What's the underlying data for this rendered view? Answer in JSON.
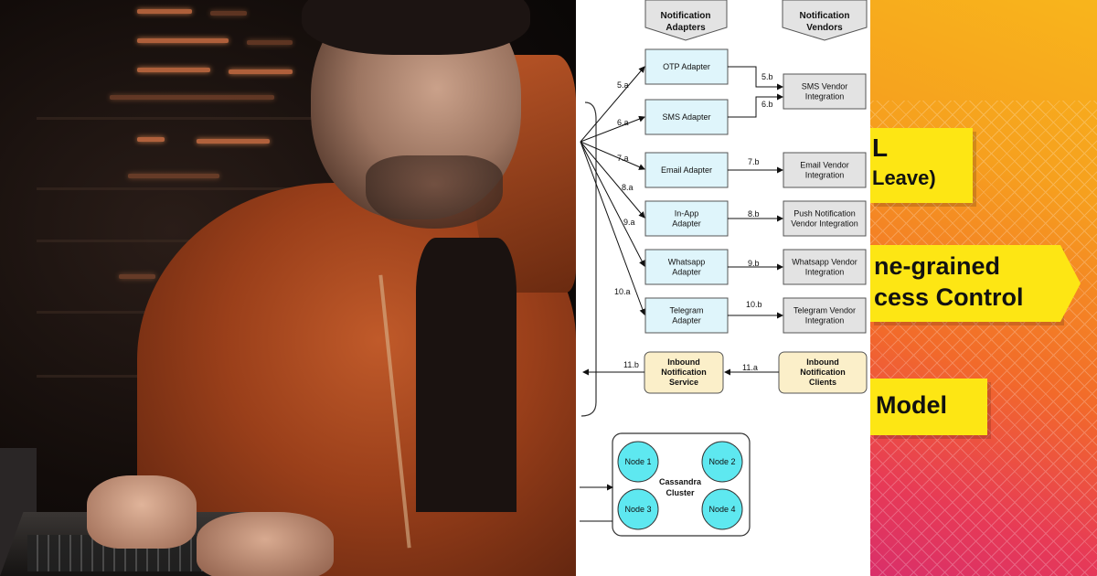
{
  "diagram": {
    "headers": [
      "Notification\nAdapters",
      "Notification\nVendors"
    ],
    "adapters": [
      {
        "label": "OTP Adapter",
        "step": "5.a"
      },
      {
        "label": "SMS Adapter",
        "step": "6.a"
      },
      {
        "label": "Email Adapter",
        "step": "7.a"
      },
      {
        "label": "In-App\nAdapter",
        "step": "8.a"
      },
      {
        "label": "Whatsapp\nAdapter",
        "step": "9.a"
      },
      {
        "label": "Telegram\nAdapter",
        "step": "10.a"
      }
    ],
    "vendors": [
      {
        "label": "SMS Vendor\nIntegration"
      },
      {
        "label": "Email Vendor\nIntegration",
        "step": "7.b"
      },
      {
        "label": "Push Notification\nVendor Integration",
        "step": "8.b"
      },
      {
        "label": "Whatsapp Vendor\nIntegration",
        "step": "9.b"
      },
      {
        "label": "Telegram Vendor\nIntegration",
        "step": "10.b"
      }
    ],
    "sms_steps": [
      "5.b",
      "6.b"
    ],
    "inbound": {
      "service": "Inbound\nNotification\nService",
      "clients": "Inbound\nNotification\nClients",
      "in_step": "11.a",
      "out_step": "11.b"
    },
    "cluster": {
      "label": "Cassandra\nCluster",
      "nodes": [
        "Node 1",
        "Node 2",
        "Node 3",
        "Node 4"
      ]
    },
    "colors": {
      "adapter": "#dff5fb",
      "vendor": "#e3e3e3",
      "inbound": "#fbefc9",
      "node": "#5ee8f0"
    }
  },
  "banner": {
    "tag1_line1": "L",
    "tag1_line2": "Leave)",
    "tag2_line1": "ne-grained",
    "tag2_line2": "cess Control",
    "tag3_line1": "Model",
    "colors": {
      "tag": "#fde614"
    }
  }
}
